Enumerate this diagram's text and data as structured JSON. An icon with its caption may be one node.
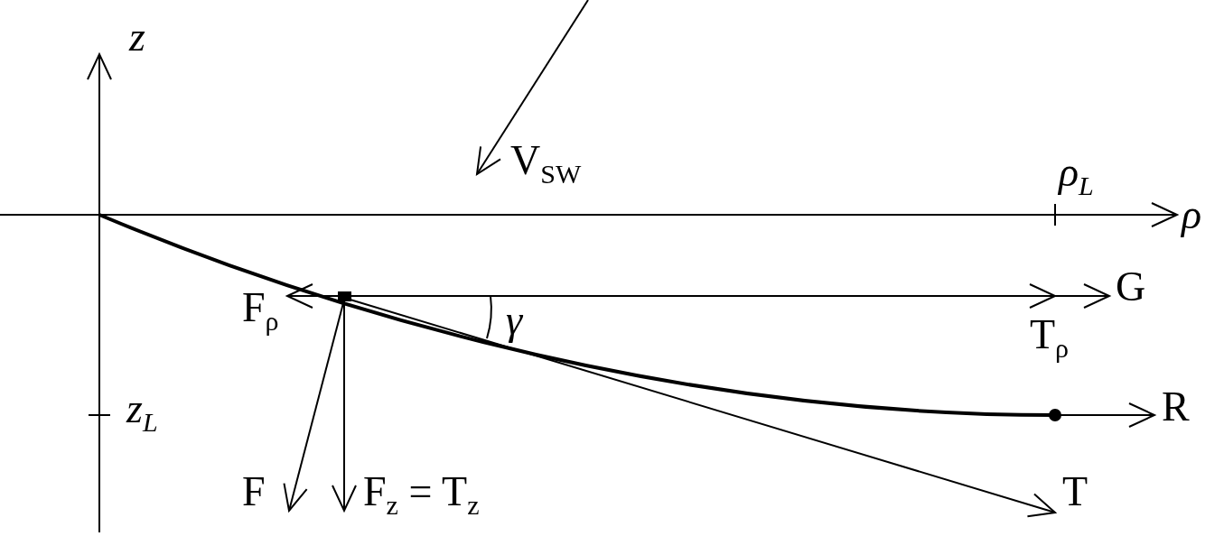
{
  "diagram": {
    "labels": [
      "z",
      "V$_{SW}$",
      "ρ$_{L}$",
      "ρ",
      "G",
      "F$_{ρ}$",
      "γ",
      "T$_{ρ}$",
      "z$_{L}$",
      "R",
      "F",
      "F$_{z}$ = T$_{z}$",
      "T"
    ]
  }
}
